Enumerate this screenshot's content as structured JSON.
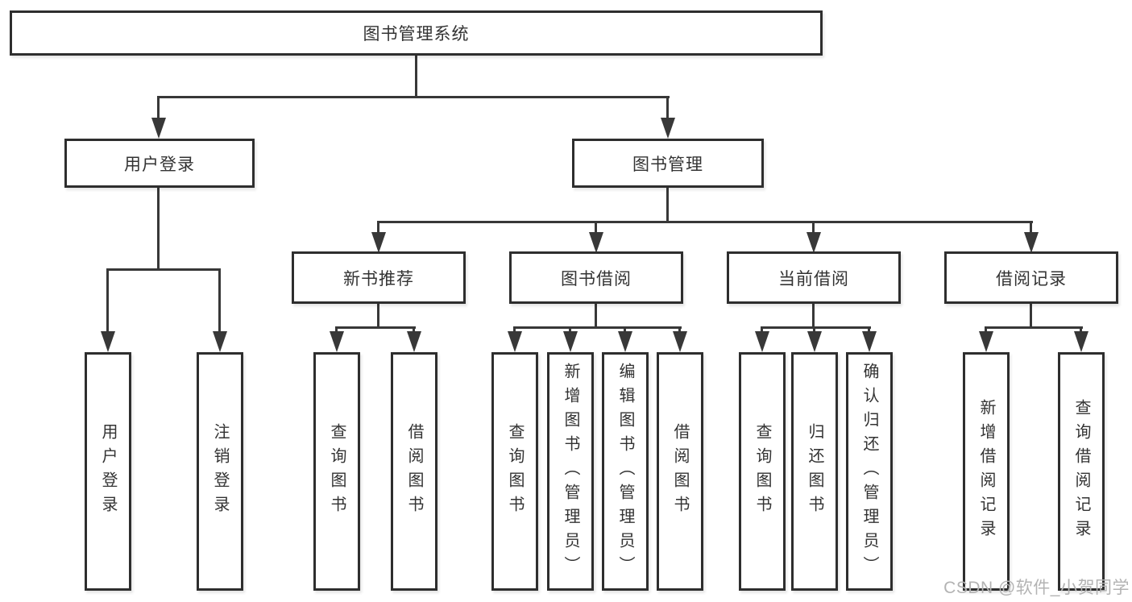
{
  "nodes": {
    "root": {
      "label": "图书管理系统"
    },
    "user_login": {
      "label": "用户登录"
    },
    "book_mgmt": {
      "label": "图书管理"
    },
    "new_book_rec": {
      "label": "新书推荐"
    },
    "book_borrow": {
      "label": "图书借阅"
    },
    "current_borrow": {
      "label": "当前借阅"
    },
    "borrow_records": {
      "label": "借阅记录"
    },
    "leaf_user_login": {
      "label": "用户登录"
    },
    "leaf_logout": {
      "label": "注销登录"
    },
    "leaf_nb_query": {
      "label": "查询图书"
    },
    "leaf_nb_borrow": {
      "label": "借阅图书"
    },
    "leaf_bb_query": {
      "label": "查询图书"
    },
    "leaf_bb_add": {
      "label": "新增图书（管理员）"
    },
    "leaf_bb_edit": {
      "label": "编辑图书（管理员）"
    },
    "leaf_bb_borrow": {
      "label": "借阅图书"
    },
    "leaf_cb_query": {
      "label": "查询图书"
    },
    "leaf_cb_return": {
      "label": "归还图书"
    },
    "leaf_cb_confirm": {
      "label": "确认归还（管理员）"
    },
    "leaf_br_add": {
      "label": "新增借阅记录"
    },
    "leaf_br_query": {
      "label": "查询借阅记录"
    }
  },
  "watermark": "CSDN @软件_小贺同学",
  "colors": {
    "bg": "#ffffff",
    "border": "#2e2e2e",
    "line": "#383838",
    "text": "#333333",
    "watermark": "#b3b3b3"
  }
}
